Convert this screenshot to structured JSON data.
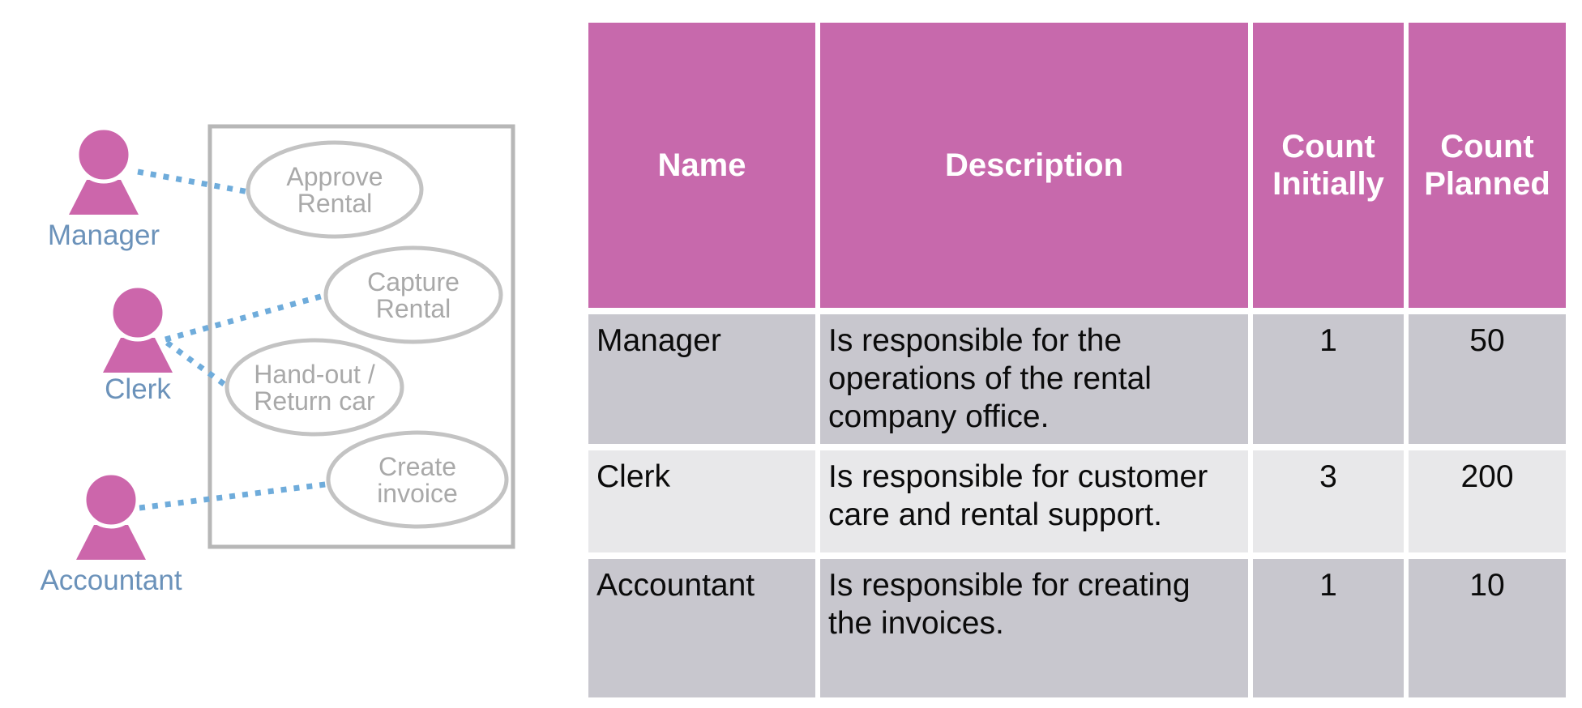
{
  "colors": {
    "page_bg": "#ffffff",
    "actor_pink": "#CC66AB",
    "header_pink": "#C769AC",
    "header_text": "#ffffff",
    "row_dark": "#C8C7CE",
    "row_light": "#E8E8EA",
    "body_text": "#0B0B0B",
    "connector_blue": "#6FACDB",
    "actor_label_blue": "#6B92BA",
    "boundary_gray": "#B7B7B7",
    "ellipse_stroke": "#C3C3C3",
    "ellipse_text": "#A9A9A9"
  },
  "diagram": {
    "actors": [
      {
        "name": "Manager"
      },
      {
        "name": "Clerk"
      },
      {
        "name": "Accountant"
      }
    ],
    "use_cases": [
      {
        "label": "Approve\nRental"
      },
      {
        "label": "Capture\nRental"
      },
      {
        "label": "Hand-out /\nReturn car"
      },
      {
        "label": "Create\ninvoice"
      }
    ]
  },
  "table": {
    "headers": {
      "name": "Name",
      "description": "Description",
      "count_initially": "Count\nInitially",
      "count_planned": "Count\nPlanned"
    },
    "rows": [
      {
        "name": "Manager",
        "description": "Is responsible for the\noperations of the rental\ncompany office.",
        "count_initially": "1",
        "count_planned": "50"
      },
      {
        "name": "Clerk",
        "description": "Is responsible for customer\ncare and rental support.",
        "count_initially": "3",
        "count_planned": "200"
      },
      {
        "name": "Accountant",
        "description": "Is responsible for creating\nthe invoices.",
        "count_initially": "1",
        "count_planned": "10"
      }
    ]
  }
}
